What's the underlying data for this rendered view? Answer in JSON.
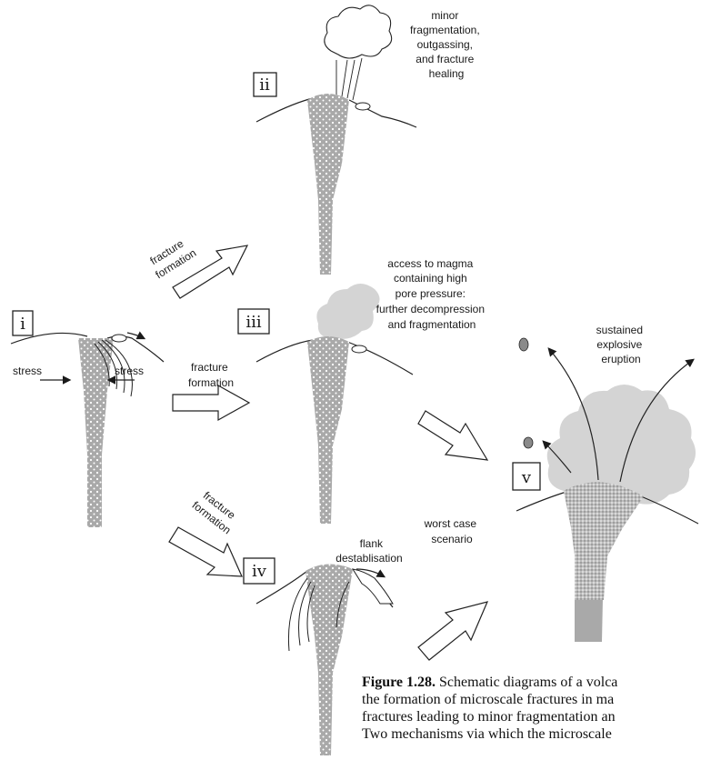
{
  "panels": {
    "i": {
      "numeral": "i",
      "stress_left": "stress",
      "stress_right": "stress"
    },
    "ii": {
      "numeral": "ii",
      "caption": [
        "minor",
        "fragmentation,",
        "outgassing,",
        "and fracture",
        "healing"
      ]
    },
    "iii": {
      "numeral": "iii",
      "caption": [
        "access to magma",
        "containing high",
        "pore pressure:",
        "further decompression",
        "and fragmentation"
      ]
    },
    "iv": {
      "numeral": "iv",
      "caption": [
        "flank",
        "destablisation"
      ]
    },
    "v": {
      "numeral": "v",
      "caption": [
        "sustained",
        "explosive",
        "eruption"
      ]
    }
  },
  "arrows": {
    "to_ii": [
      "fracture",
      "formation"
    ],
    "to_iii": [
      "fracture",
      "formation"
    ],
    "to_iv": [
      "fracture",
      "formation"
    ]
  },
  "worst_case": [
    "worst case",
    "scenario"
  ],
  "figure_caption": {
    "label": "Figure 1.28.",
    "lines": [
      " Schematic diagrams of a volca",
      "the formation of microscale fractures in ma",
      "fractures leading to minor fragmentation an",
      "Two mechanisms via which the microscale"
    ]
  },
  "colors": {
    "conduit": "#a9a9a9",
    "cloud_grey": "#d4d4d4",
    "ink": "#1a1a1a"
  }
}
